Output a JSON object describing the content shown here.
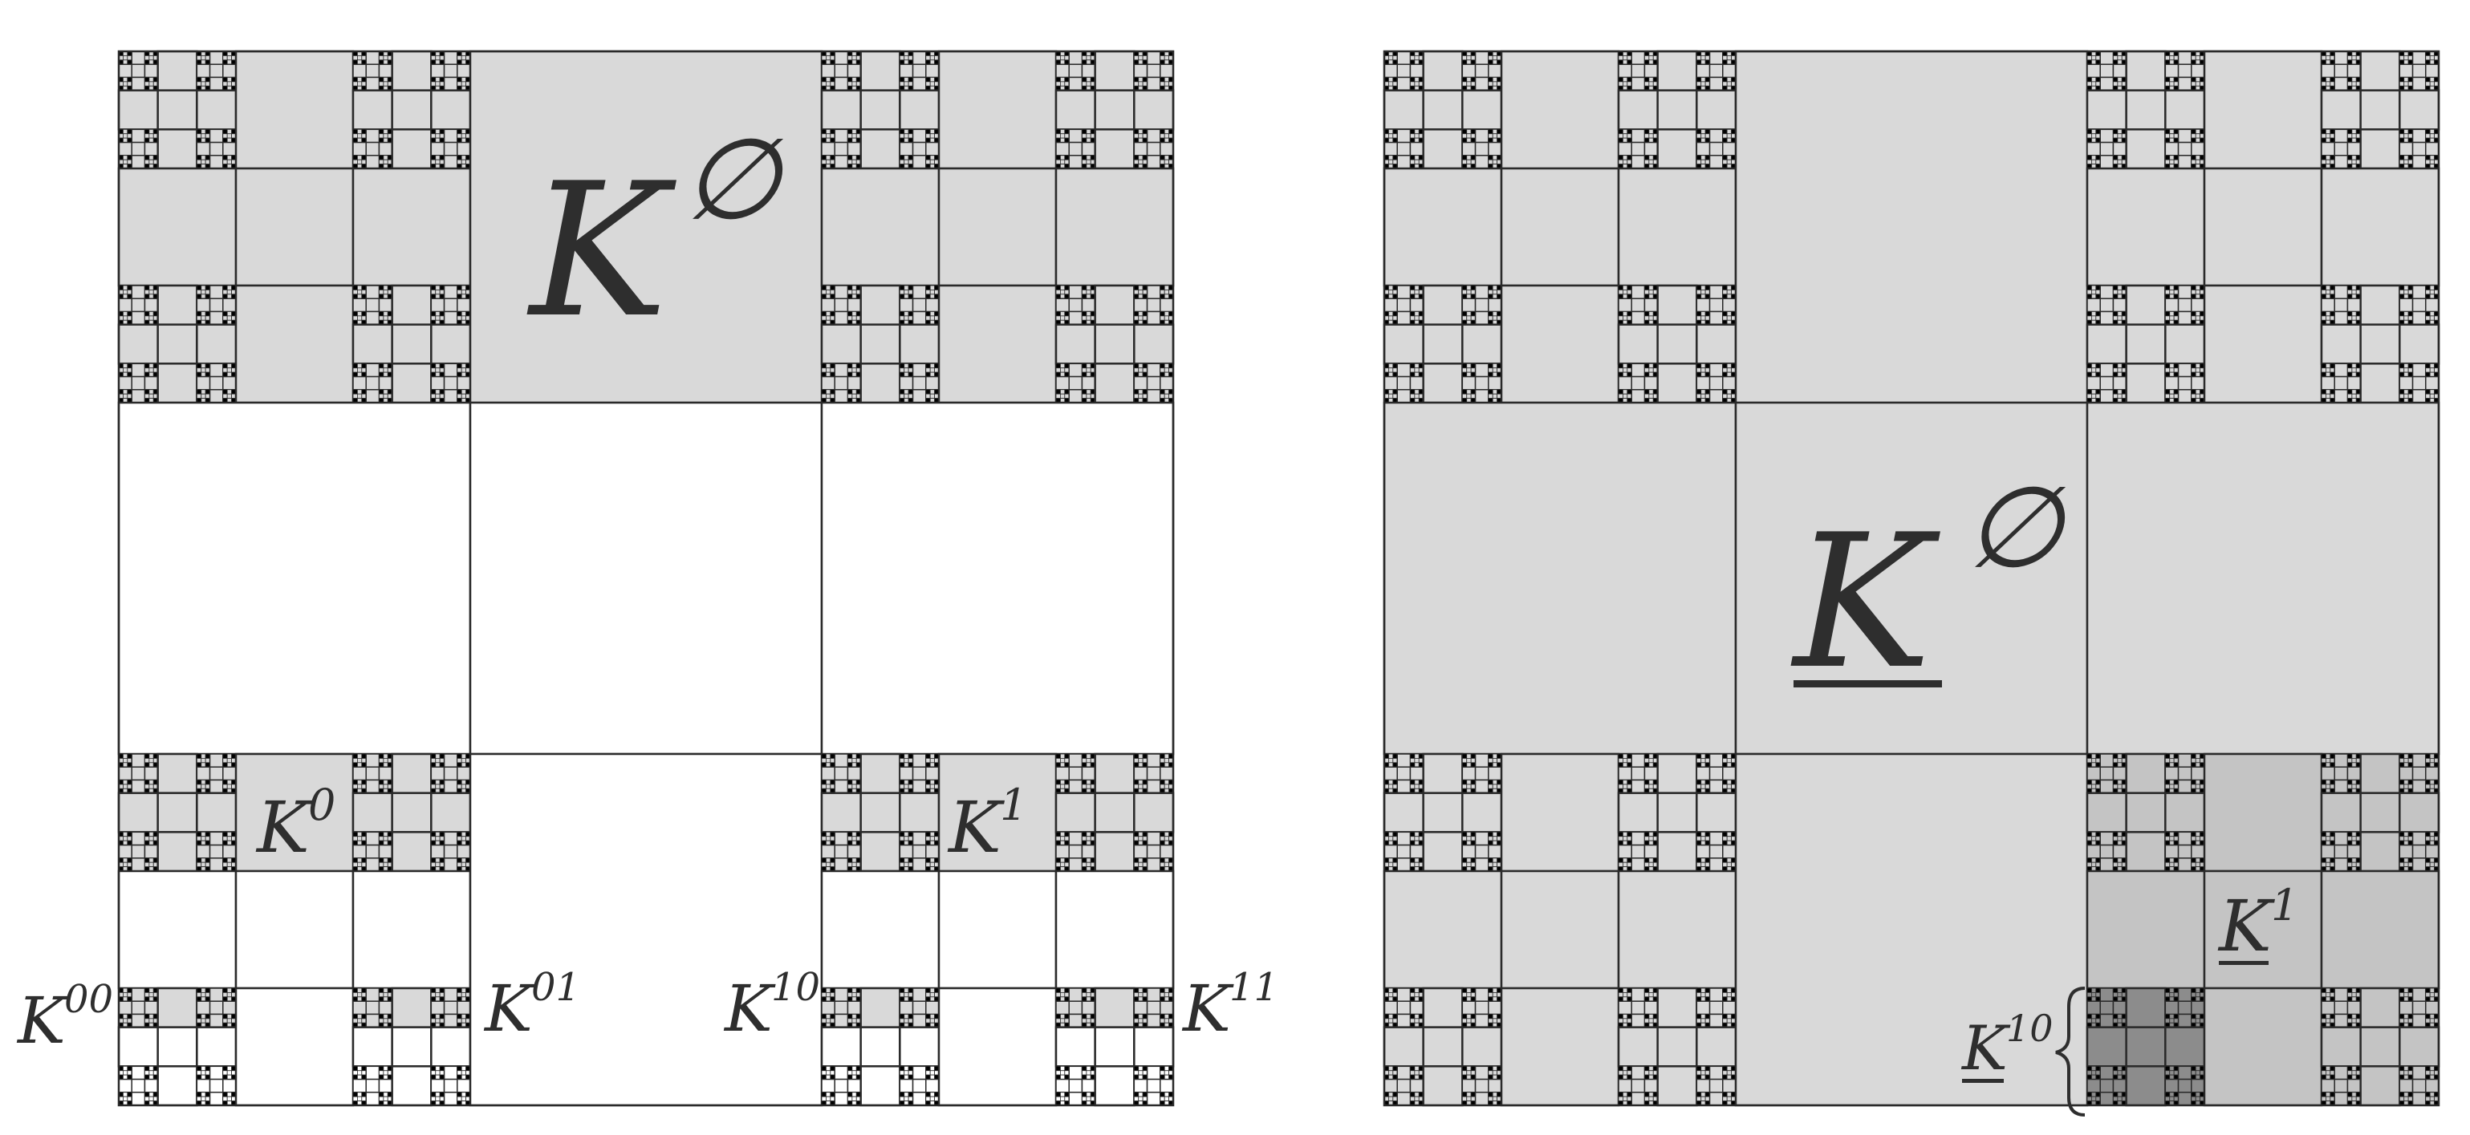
{
  "colors": {
    "background": "#ffffff",
    "fill_light": "#d9d9d9",
    "fill_mid": "#c4c4c4",
    "fill_dark": "#8c8c8c",
    "fill_black": "#000000",
    "stroke": "#2a2a2a",
    "text": "#2e2e2e"
  },
  "left_panel": {
    "title_label": {
      "base": "K",
      "sup": "∅"
    },
    "labels": [
      {
        "id": "k0",
        "base": "K",
        "sup": "0"
      },
      {
        "id": "k1",
        "base": "K",
        "sup": "1"
      },
      {
        "id": "k00",
        "base": "K",
        "sup": "00"
      },
      {
        "id": "k01",
        "base": "K",
        "sup": "01"
      },
      {
        "id": "k10",
        "base": "K",
        "sup": "10"
      },
      {
        "id": "k11",
        "base": "K",
        "sup": "11"
      }
    ]
  },
  "right_panel": {
    "title_label": {
      "base": "K",
      "sup": "∅",
      "underlined": true
    },
    "labels": [
      {
        "id": "k1",
        "base": "K",
        "sup": "1",
        "underlined": true
      },
      {
        "id": "k10",
        "base": "K",
        "sup": "10",
        "underlined": true,
        "brace": true
      }
    ]
  }
}
